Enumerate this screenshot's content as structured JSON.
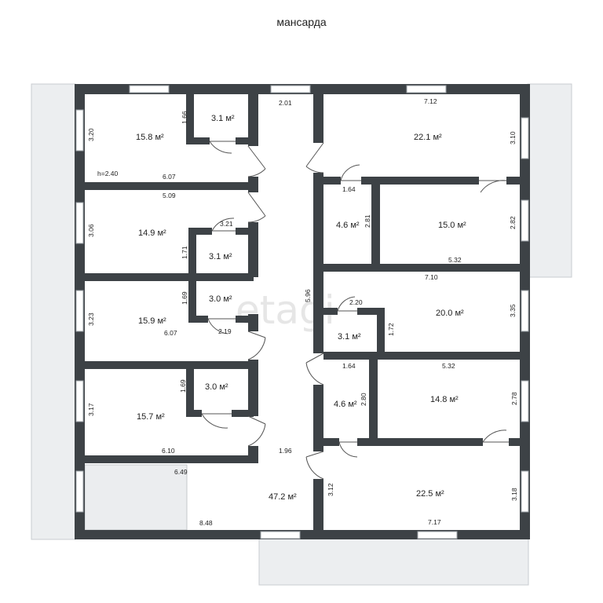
{
  "title": "мансарда",
  "watermark": "etagi",
  "rooms": [
    {
      "id": "r1",
      "area": "15.8 м²"
    },
    {
      "id": "r2",
      "area": "3.1 м²"
    },
    {
      "id": "r3",
      "area": "22.1 м²"
    },
    {
      "id": "r4",
      "area": "14.9 м²"
    },
    {
      "id": "r5",
      "area": "3.1 м²"
    },
    {
      "id": "r6",
      "area": "4.6 м²"
    },
    {
      "id": "r7",
      "area": "15.0 м²"
    },
    {
      "id": "r8",
      "area": "15.9 м²"
    },
    {
      "id": "r9",
      "area": "3.0 м²"
    },
    {
      "id": "r10",
      "area": "3.1 м²"
    },
    {
      "id": "r11",
      "area": "20.0 м²"
    },
    {
      "id": "r12",
      "area": "15.7 м²"
    },
    {
      "id": "r13",
      "area": "3.0 м²"
    },
    {
      "id": "r14",
      "area": "4.6 м²"
    },
    {
      "id": "r15",
      "area": "14.8 м²"
    },
    {
      "id": "r16",
      "area": "47.2 м²"
    },
    {
      "id": "r17",
      "area": "22.5 м²"
    }
  ],
  "dimensions": [
    "3.20",
    "1.66",
    "2.01",
    "7.12",
    "3.10",
    "h=2.40",
    "6.07",
    "5.09",
    "1.64",
    "2.81",
    "2.82",
    "3.06",
    "3.21",
    "1.71",
    "5.32",
    "7.10",
    "1.69",
    "5.96",
    "2.20",
    "3.23",
    "1.72",
    "3.35",
    "2.19",
    "6.07",
    "1.64",
    "5.32",
    "1.69",
    "2.80",
    "3.17",
    "2.78",
    "6.10",
    "1.96",
    "6.49",
    "3.12",
    "3.18",
    "8.48",
    "7.17"
  ],
  "colors": {
    "wall": "#3d4246",
    "balcony_fill": "#eceef0",
    "window": "#ffffff",
    "door": "#555555",
    "text": "#222222",
    "watermark": "#e6e6e6"
  }
}
